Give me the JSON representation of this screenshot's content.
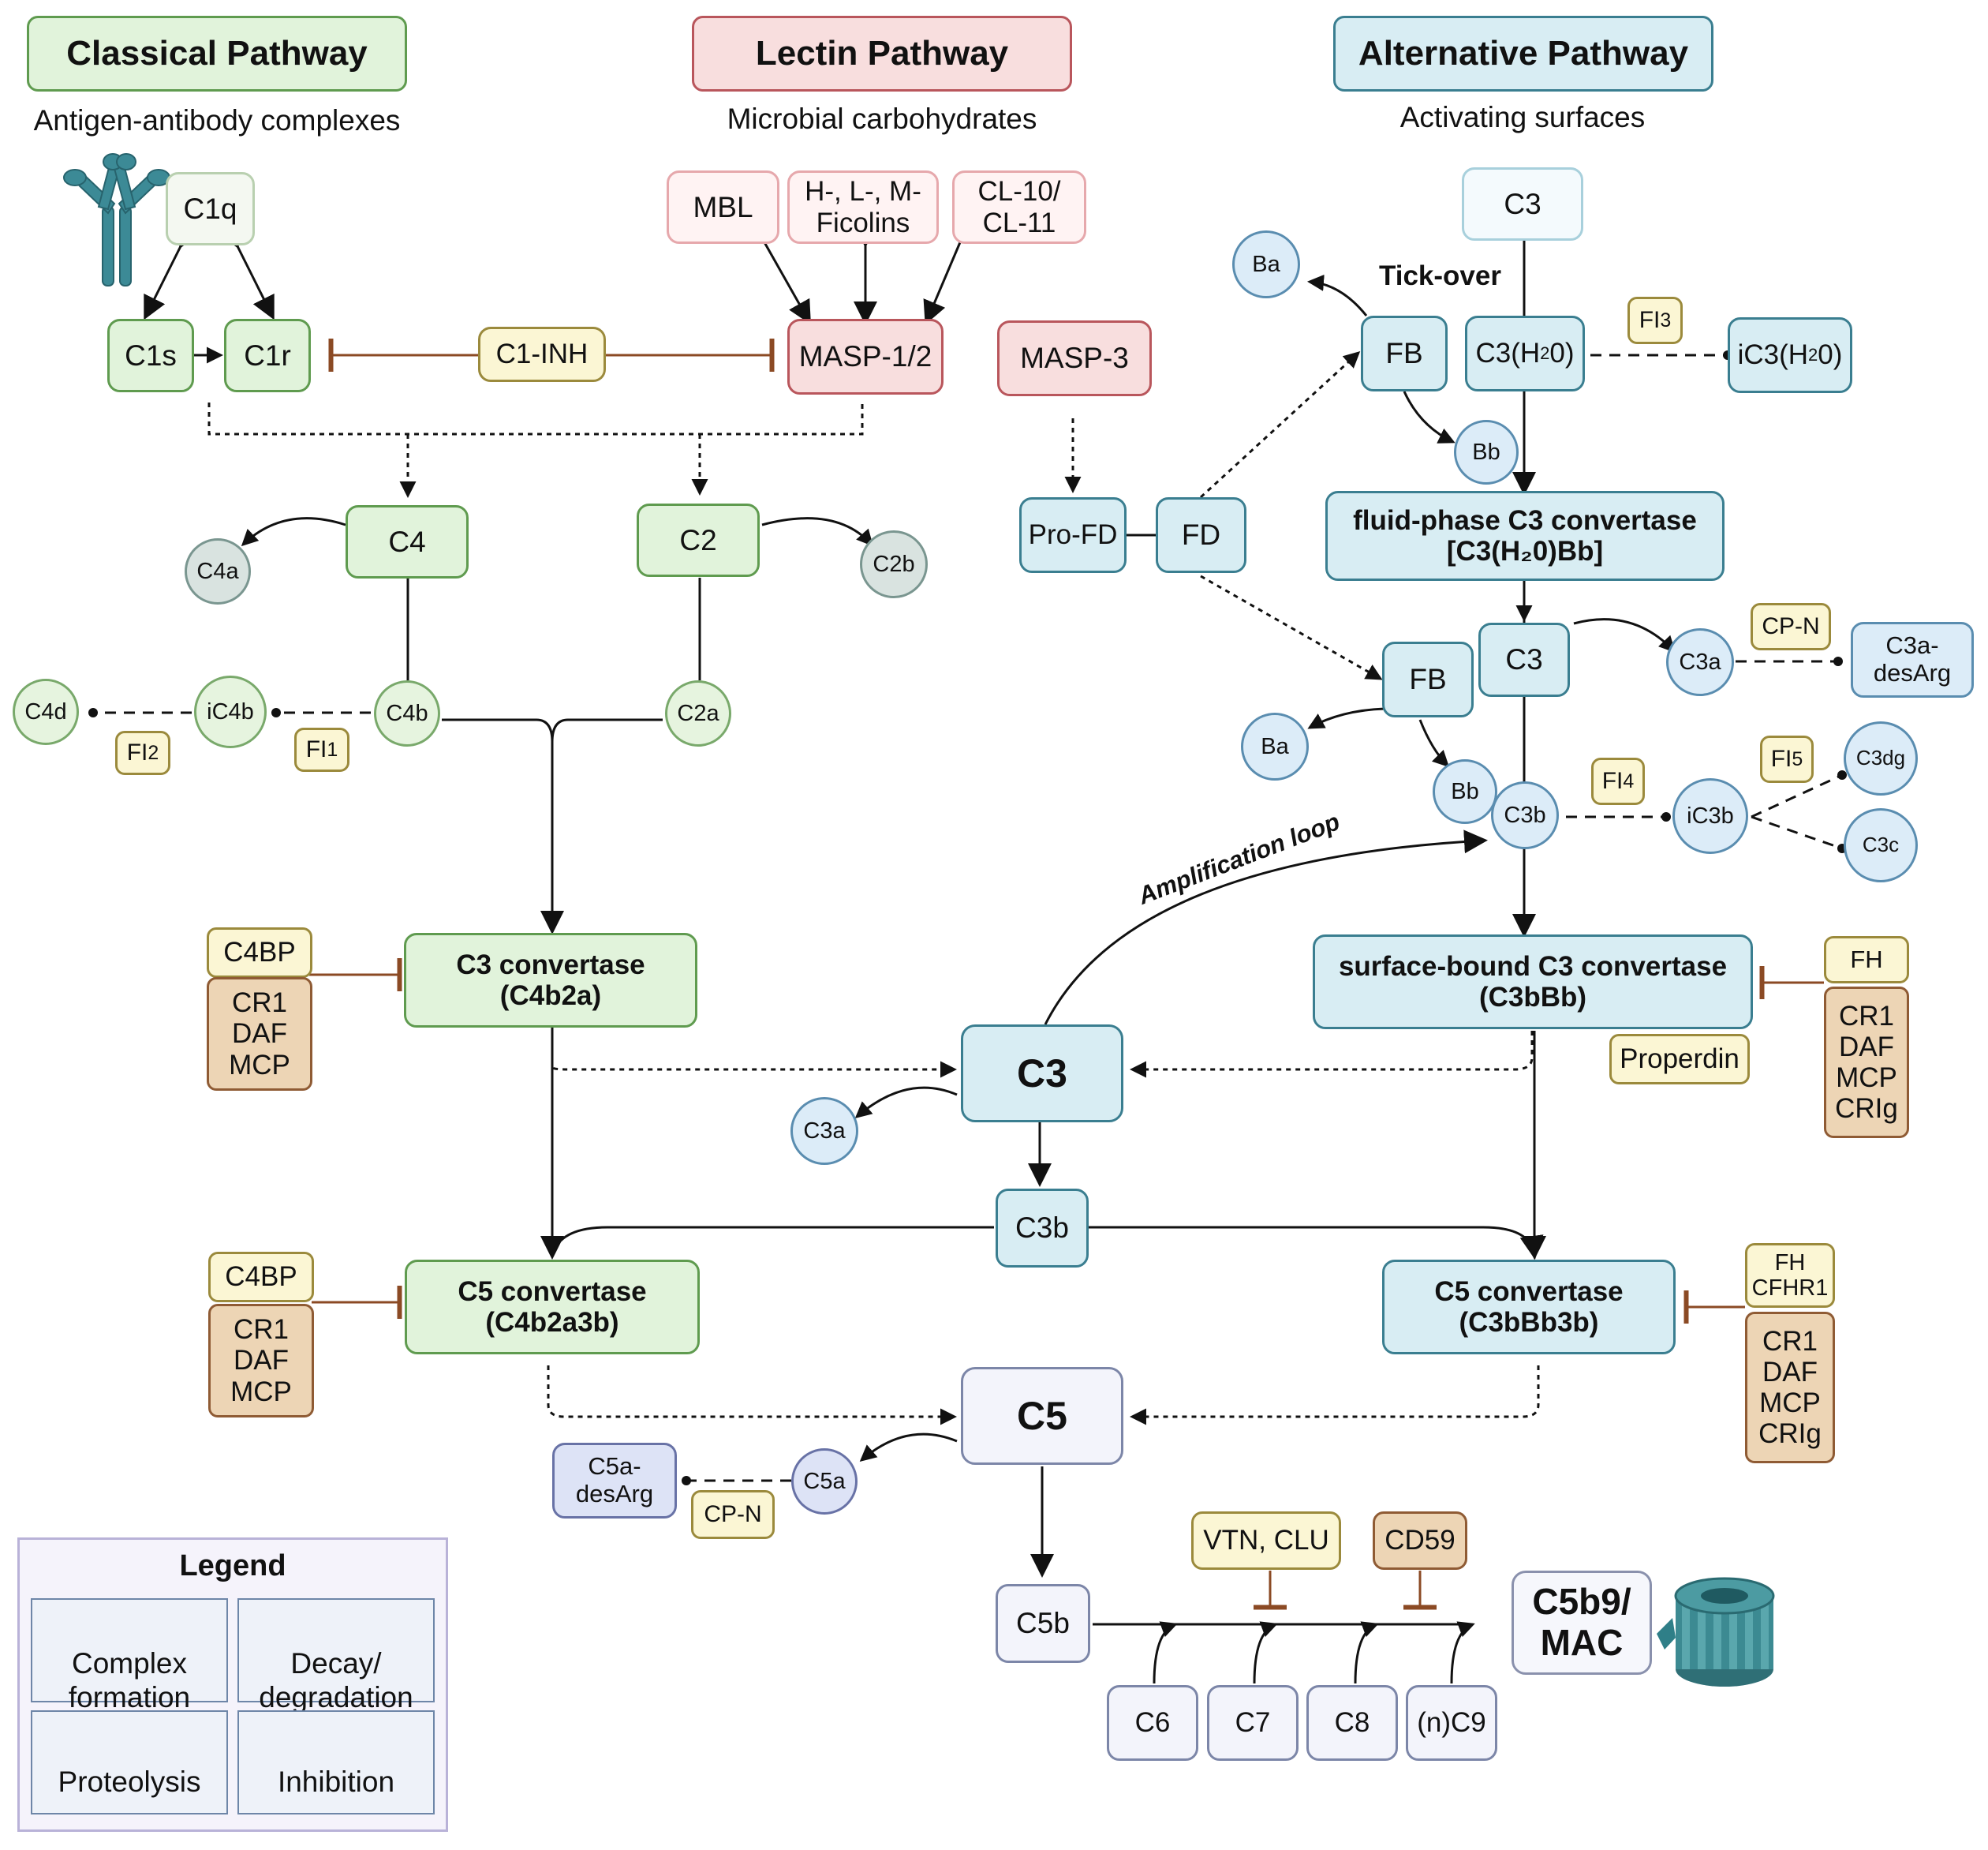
{
  "pathways": {
    "classical": {
      "title": "Classical Pathway",
      "trigger": "Antigen-antibody complexes"
    },
    "lectin": {
      "title": "Lectin Pathway",
      "trigger": "Microbial carbohydrates"
    },
    "alternative": {
      "title": "Alternative Pathway",
      "trigger": "Activating surfaces"
    }
  },
  "nodes": {
    "c1q": "C1q",
    "c1s": "C1s",
    "c1r": "C1r",
    "c1inh": "C1-INH",
    "mbl": "MBL",
    "ficolins": "H-, L-, M-\nFicolins",
    "cl10": "CL-10/\nCL-11",
    "masp12": "MASP-1/2",
    "masp3": "MASP-3",
    "c4": "C4",
    "c4a": "C4a",
    "c2": "C2",
    "c2b": "C2b",
    "c4d": "C4d",
    "ic4b": "iC4b",
    "c4b": "C4b",
    "c2a": "C2a",
    "fi2": "FI",
    "fi1": "FI",
    "c3_top": "C3",
    "ba1": "Ba",
    "tickover": "Tick-over",
    "fb1": "FB",
    "c3h2o": "C3(H",
    "ic3h2o": "iC3(H",
    "fi3": "FI",
    "bb1": "Bb",
    "profd": "Pro-FD",
    "fd": "FD",
    "fluid_conv": "fluid-phase C3 convertase\n[C3(H₂0)Bb]",
    "c3_alt": "C3",
    "cpn1": "CP-N",
    "c3a_alt": "C3a",
    "c3adesarg": "C3a-\ndesArg",
    "fb2": "FB",
    "ba2": "Ba",
    "bb2": "Bb",
    "c3b_alt": "C3b",
    "fi4": "FI",
    "fi5": "FI",
    "ic3b": "iC3b",
    "c3dg": "C3dg",
    "c3c": "C3c",
    "amp_loop": "Amplification loop",
    "c4bp1": "C4BP",
    "reg1": "CR1\nDAF\nMCP",
    "c3conv_cp": "C3 convertase\n(C4b2a)",
    "surf_conv": "surface-bound C3 convertase\n(C3bBb)",
    "fh1": "FH",
    "reg_alt1": "CR1\nDAF\nMCP\nCRIg",
    "properdin": "Properdin",
    "c3_center": "C3",
    "c3a_center": "C3a",
    "c3b_center": "C3b",
    "c4bp2": "C4BP",
    "reg2": "CR1\nDAF\nMCP",
    "c5conv_cp": "C5 convertase\n(C4b2a3b)",
    "c5conv_alt": "C5 convertase\n(C3bBb3b)",
    "fh2": "FH\nCFHR1",
    "reg_alt2": "CR1\nDAF\nMCP\nCRIg",
    "c5": "C5",
    "c5a": "C5a",
    "c5adesarg": "C5a-\ndesArg",
    "cpn2": "CP-N",
    "c5b": "C5b",
    "vtn": "VTN, CLU",
    "cd59": "CD59",
    "mac": "C5b9/\nMAC",
    "c6": "C6",
    "c7": "C7",
    "c8": "C8",
    "c9": "(n)C9"
  },
  "superscripts": {
    "fi1": "1",
    "fi2": "2",
    "fi3": "3",
    "fi4": "4",
    "fi5": "5",
    "h2o_sub": "2",
    "h2o_tail": "0)"
  },
  "legend": {
    "title": "Legend",
    "complex": "Complex\nformation",
    "decay": "Decay/\ndegradation",
    "proteolysis": "Proteolysis",
    "inhibition": "Inhibition"
  },
  "colors": {
    "classical": "#e1f3db",
    "lectin": "#f8dede",
    "alternative": "#d8edf3",
    "inhibitor_line": "#8b4a24",
    "mac_icon": "#2f7f88"
  }
}
